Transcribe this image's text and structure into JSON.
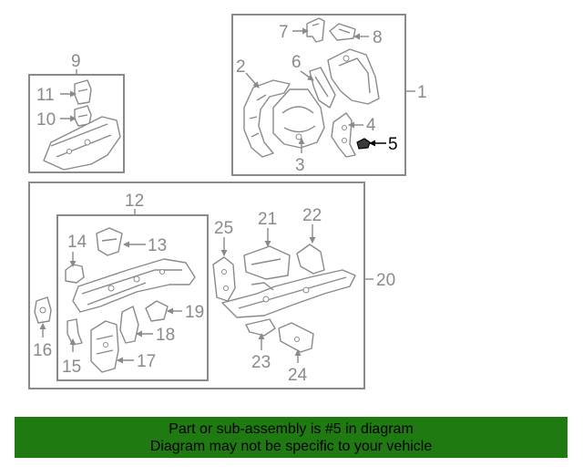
{
  "diagram": {
    "callouts": {
      "c1": "1",
      "c2": "2",
      "c3": "3",
      "c4": "4",
      "c5": "5",
      "c6": "6",
      "c7": "7",
      "c8": "8",
      "c9": "9",
      "c10": "10",
      "c11": "11",
      "c12": "12",
      "c13": "13",
      "c14": "14",
      "c15": "15",
      "c16": "16",
      "c17": "17",
      "c18": "18",
      "c19": "19",
      "c20": "20",
      "c21": "21",
      "c22": "22",
      "c23": "23",
      "c24": "24",
      "c25": "25"
    },
    "highlighted_part": "5"
  },
  "footer": {
    "line1": "Part or sub-assembly is #5 in diagram",
    "line2": "Diagram may not be specific to your vehicle"
  },
  "colors": {
    "banner": "#1f7a12",
    "line": "#8a8a8a",
    "highlight": "#000000"
  }
}
